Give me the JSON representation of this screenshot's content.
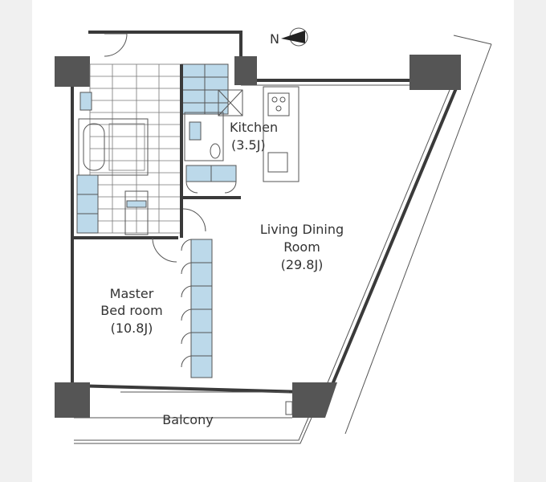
{
  "compass": {
    "north_letter": "N"
  },
  "rooms": {
    "kitchen": {
      "name": "Kitchen",
      "size": "(3.5J)"
    },
    "living": {
      "name_line1": "Living Dining",
      "name_line2": "Room",
      "size": "(29.8J)"
    },
    "bedroom": {
      "name_line1": "Master",
      "name_line2": "Bed room",
      "size": "(10.8J)"
    },
    "balcony": {
      "name": "Balcony"
    }
  },
  "colors": {
    "fixture": "#bcd9ea",
    "wall": "#3a3a3a",
    "pillar": "#555555"
  }
}
